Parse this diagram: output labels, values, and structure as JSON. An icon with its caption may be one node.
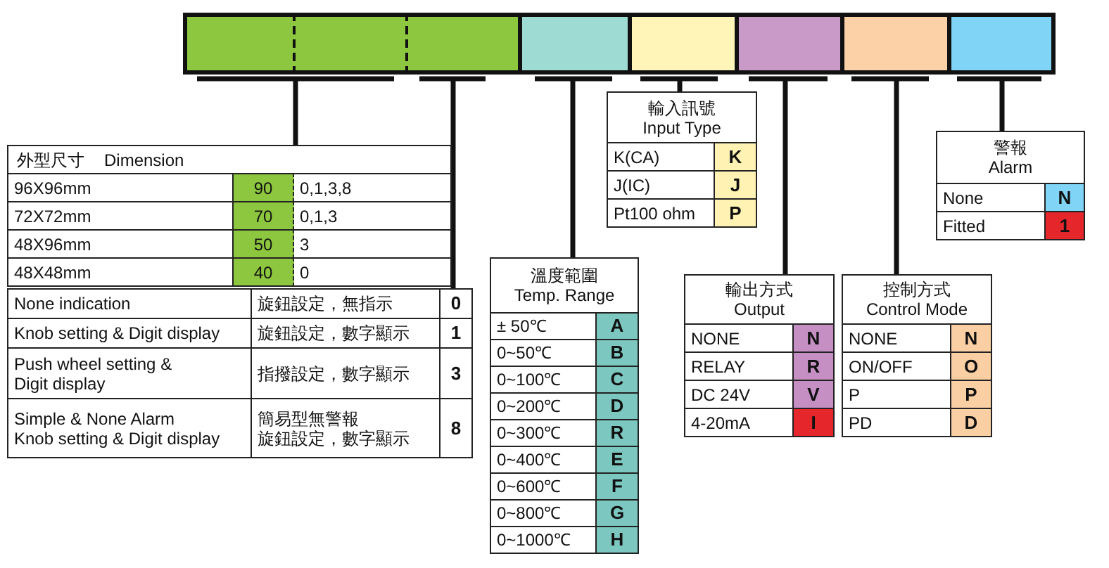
{
  "diagram": {
    "nodes": [
      {
        "text": [],
        "shape": "box"
      },
      {
        "text": [],
        "shape": "box"
      },
      {
        "text": [],
        "shape": "box"
      },
      {
        "text": [],
        "shape": "box"
      },
      {
        "text": [],
        "shape": "box"
      },
      {
        "text": [],
        "shape": "box"
      },
      {
        "text": [],
        "shape": "box"
      },
      {
        "text": [],
        "shape": "box"
      },
      {
        "text": [
          "外型尺寸",
          "Dimension",
          "96X96mm",
          "90",
          "0,1,3,8",
          "72X72mm",
          "70",
          "0,1,3",
          "48X96mm",
          "50",
          "3",
          "48X48mm",
          "40",
          "0"
        ]
      },
      {
        "text": [
          "None indication",
          "旋鈕設定，無指示",
          "0",
          "Knob setting & Digit display",
          "旋鈕設定，數字顯示",
          "1",
          "Push wheel setting & Digit display",
          "指撥設定，數字顯示",
          "3",
          "Simple & None Alarm",
          "Knob setting & Digit display",
          "簡易型無警報",
          "旋鈕設定，數字顯示",
          "8"
        ]
      },
      {
        "text": [
          "溫度範圍",
          "Temp. Range",
          "± 50℃",
          "A",
          "0~50℃",
          "B",
          "0~100℃",
          "C",
          "0~200℃",
          "D",
          "0~300℃",
          "R",
          "0~400℃",
          "E",
          "0~600℃",
          "F",
          "0~800℃",
          "G",
          "0~1000℃",
          "H"
        ]
      },
      {
        "text": [
          "輸入訊號",
          "Input Type",
          "K(CA)",
          "K",
          "J(IC)",
          "J",
          "Pt100 ohm",
          "P"
        ]
      },
      {
        "text": [
          "輸出方式",
          "Output",
          "NONE",
          "N",
          "RELAY",
          "R",
          "DC 24V",
          "V",
          "4-20mA",
          "I"
        ]
      },
      {
        "text": [
          "控制方式",
          "Control Mode",
          "NONE",
          "N",
          "ON/OFF",
          "O",
          "P",
          "P",
          "PD",
          "D"
        ]
      },
      {
        "text": [
          "警報",
          "Alarm",
          "None",
          "N",
          "Fitted",
          "1"
        ]
      }
    ],
    "edges": [
      {
        "from": 0,
        "to": 8,
        "arrow": "none"
      },
      {
        "from": 1,
        "to": 8,
        "arrow": "none"
      },
      {
        "from": 2,
        "to": 9,
        "arrow": "none"
      },
      {
        "from": 3,
        "to": 10,
        "arrow": "none"
      },
      {
        "from": 4,
        "to": 11,
        "arrow": "none"
      },
      {
        "from": 5,
        "to": 12,
        "arrow": "none"
      },
      {
        "from": 6,
        "to": 13,
        "arrow": "none"
      },
      {
        "from": 7,
        "to": 14,
        "arrow": "none"
      }
    ]
  }
}
